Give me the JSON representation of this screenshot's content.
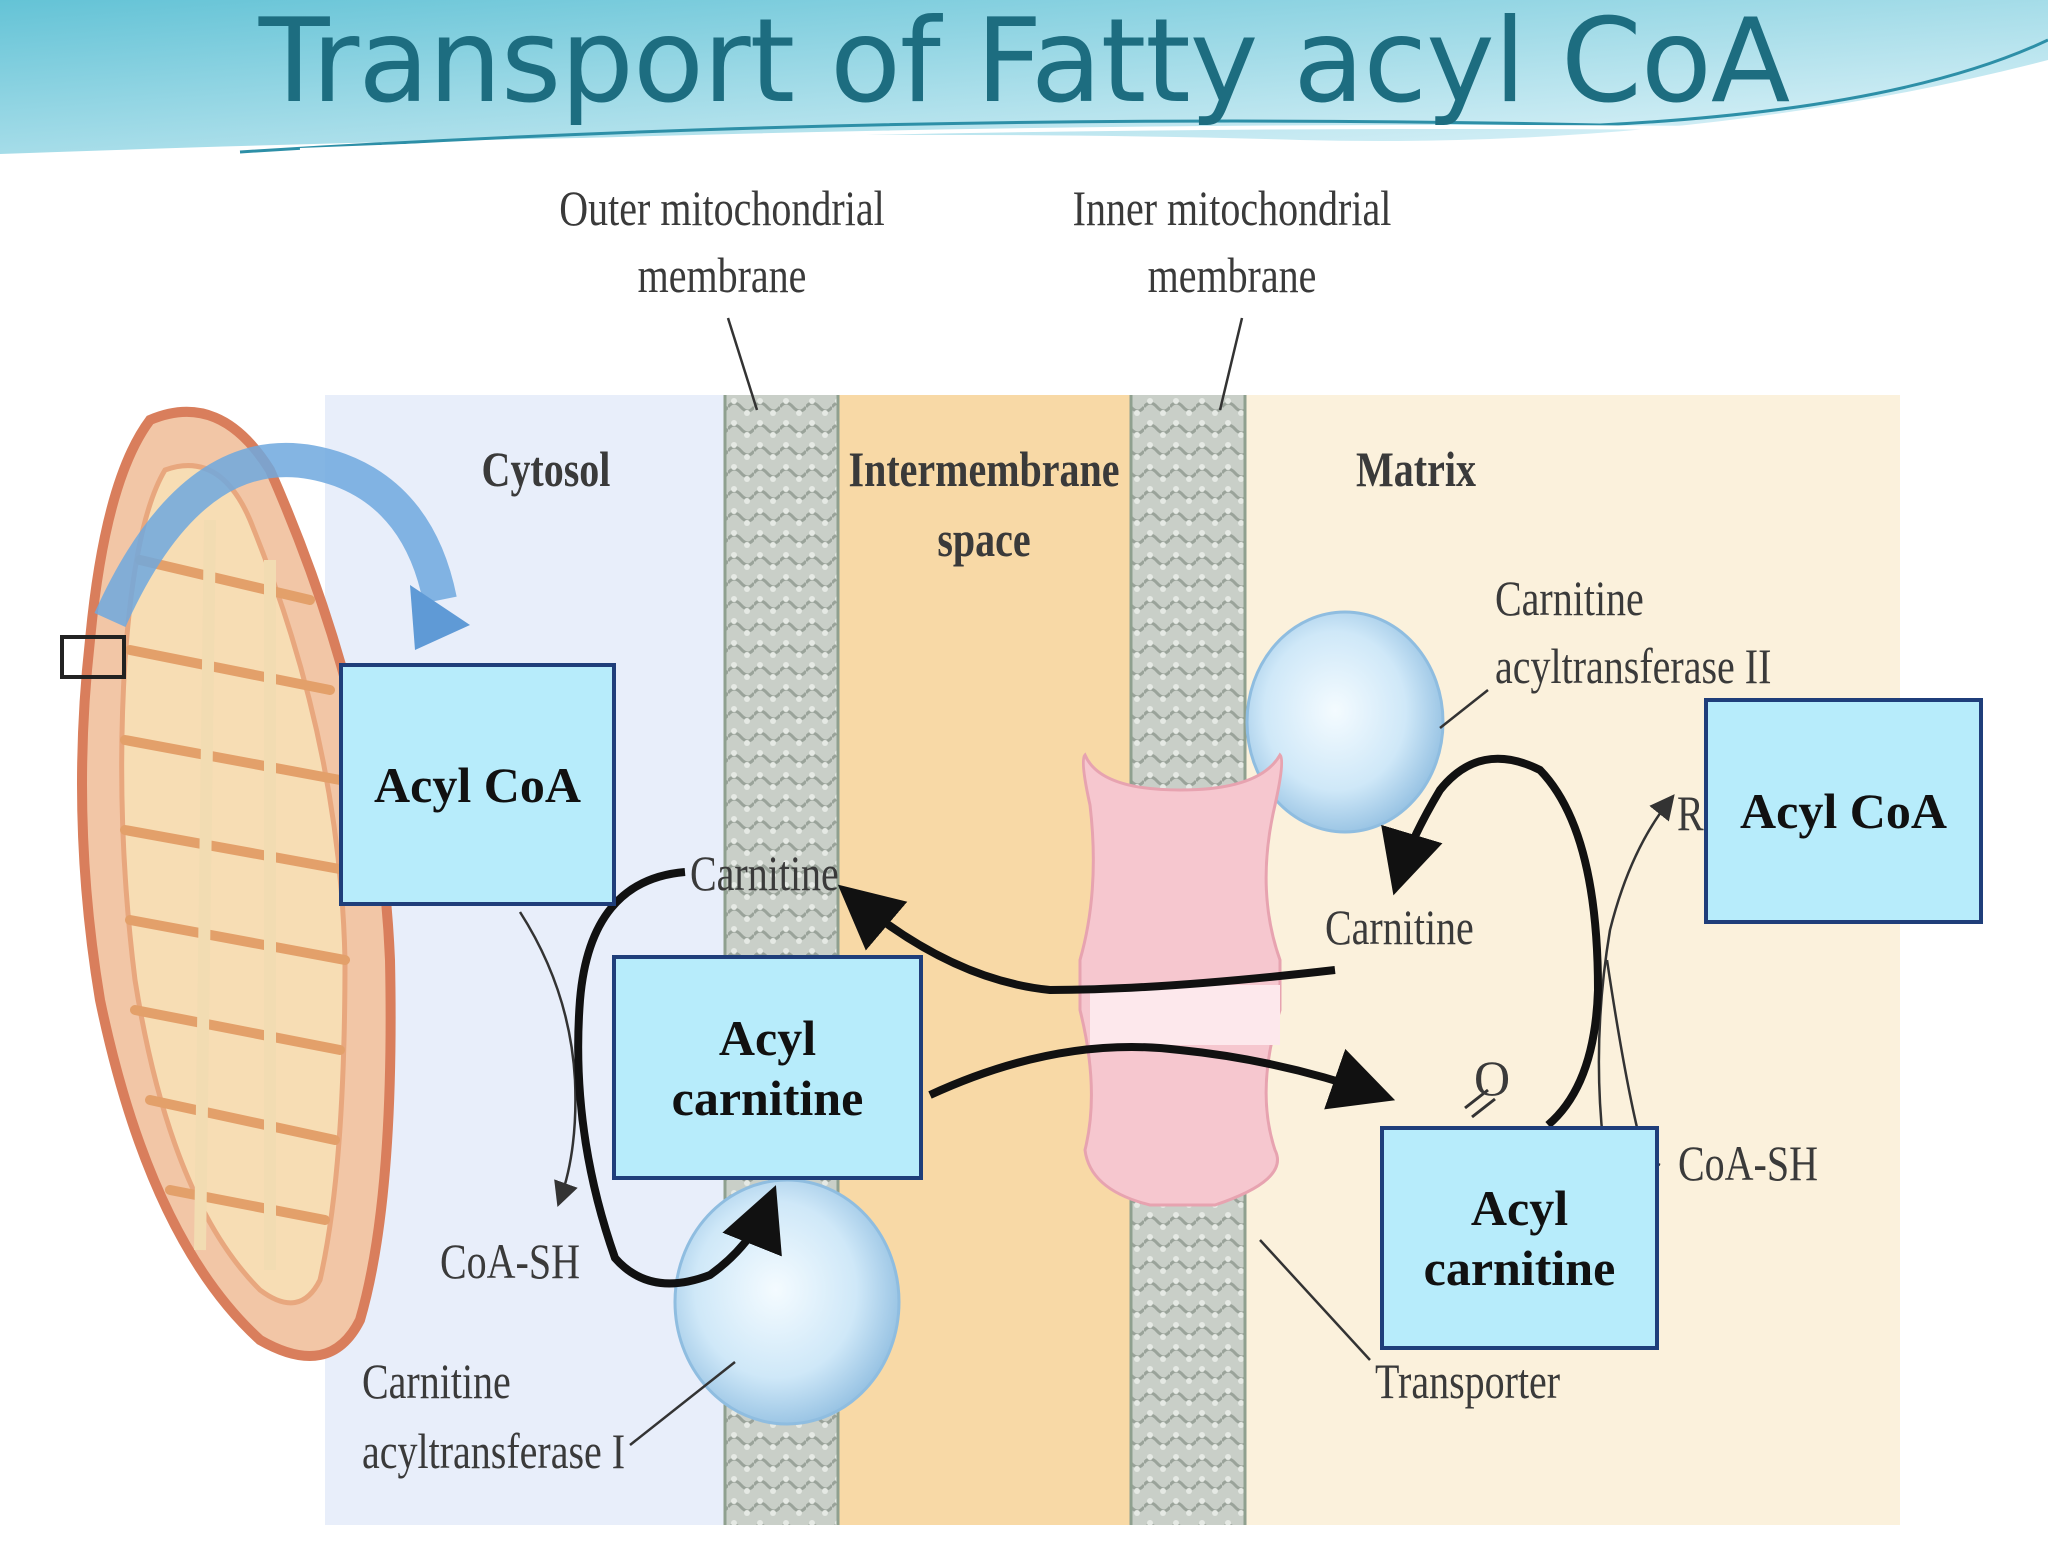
{
  "slide": {
    "title": "Transport of Fatty acyl CoA"
  },
  "labels": {
    "outer_membrane_1": "Outer mitochondrial",
    "outer_membrane_2": "membrane",
    "inner_membrane_1": "Inner mitochondrial",
    "inner_membrane_2": "membrane",
    "cytosol": "Cytosol",
    "intermembrane_1": "Intermembrane",
    "intermembrane_2": "space",
    "matrix": "Matrix",
    "cat2_1": "Carnitine",
    "cat2_2": "acyltransferase II",
    "carnitine_left": "Carnitine",
    "carnitine_right": "Carnitine",
    "coash_left": "CoA-SH",
    "coash_right": "CoA-SH",
    "cat1_1": "Carnitine",
    "cat1_2": "acyltransferase I",
    "transporter": "Transporter",
    "r_fragment": "R",
    "o_fragment": "O"
  },
  "boxes": {
    "acyl_coa_left": "Acyl CoA",
    "acyl_carnitine_mid_1": "Acyl",
    "acyl_carnitine_mid_2": "carnitine",
    "acyl_coa_right": "Acyl CoA",
    "acyl_carnitine_right_1": "Acyl",
    "acyl_carnitine_right_2": "carnitine"
  },
  "colors": {
    "title": "#1d6d80",
    "box_fill": "#b7ecfb",
    "box_border": "#1f3e7a",
    "cytosol": "#e8eefa",
    "intermembrane": "#f8d9a6",
    "matrix": "#fbf1dc",
    "membrane": "#b8bfb8",
    "enzyme": "#bfe0f6",
    "transporter": "#f6c7cf",
    "mitochondrion": "#e9a27a"
  }
}
